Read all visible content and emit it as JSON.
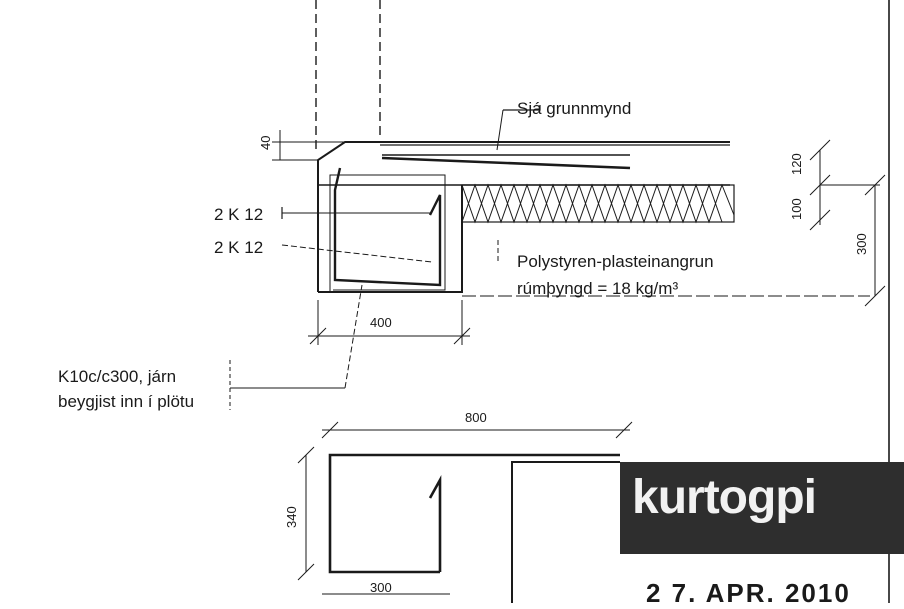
{
  "labels": {
    "sja_grunnmynd": "Sjá grunnmynd",
    "rebar_top": "2 K 12",
    "rebar_bottom": "2 K 12",
    "insulation_line1": "Polystyren-plasteinangrun",
    "insulation_line2": "rúmþyngd = 18 kg/m³",
    "stirrup_line1": "K10c/c300, járn",
    "stirrup_line2": "beygjist inn í plötu"
  },
  "dimensions": {
    "d40": "40",
    "d120": "120",
    "d100": "100",
    "d300_right": "300",
    "d400": "400",
    "d800": "800",
    "d340": "340",
    "d300_bottom": "300"
  },
  "stamp": {
    "logo": "kurtogpi",
    "date": "2 7. APR. 2010"
  }
}
